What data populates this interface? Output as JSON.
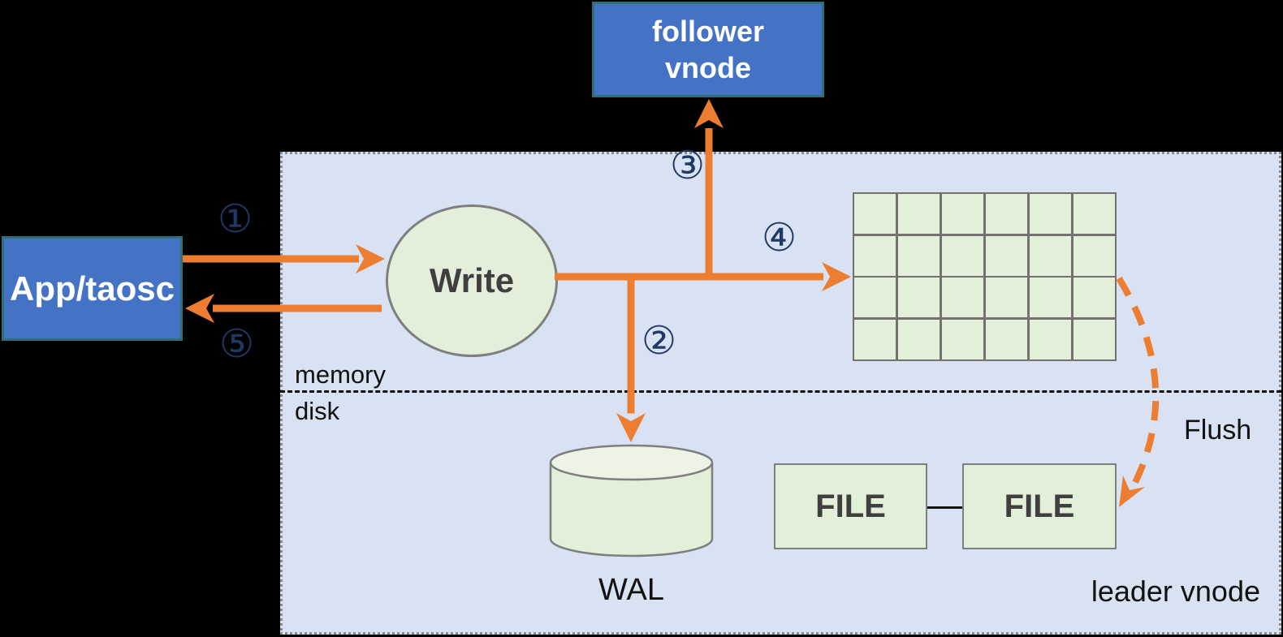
{
  "colors": {
    "background": "#000000",
    "container_fill": "#D9E2F3",
    "container_border": "#8a8a8a",
    "blue_box_fill": "#4472C4",
    "blue_box_border": "#2E7077",
    "green_fill": "#E2EFD9",
    "green_border": "#7F7F7F",
    "arrow_orange": "#ED7D31",
    "step_number_navy": "#1F3864",
    "dark_text": "#3F3F3F"
  },
  "nodes": {
    "follower_vnode": {
      "line1": "follower",
      "line2": "vnode"
    },
    "app": {
      "label": "App/taosc"
    },
    "write": {
      "label": "Write"
    },
    "wal": {
      "label": "WAL"
    },
    "file_left": {
      "label": "FILE"
    },
    "file_right": {
      "label": "FILE"
    }
  },
  "labels": {
    "memory": "memory",
    "disk": "disk",
    "flush": "Flush",
    "leader_vnode": "leader vnode"
  },
  "steps": [
    {
      "symbol": "①"
    },
    {
      "symbol": "②"
    },
    {
      "symbol": "③"
    },
    {
      "symbol": "④"
    },
    {
      "symbol": "⑤"
    }
  ],
  "memtable_grid": {
    "rows": 4,
    "cols": 6
  }
}
